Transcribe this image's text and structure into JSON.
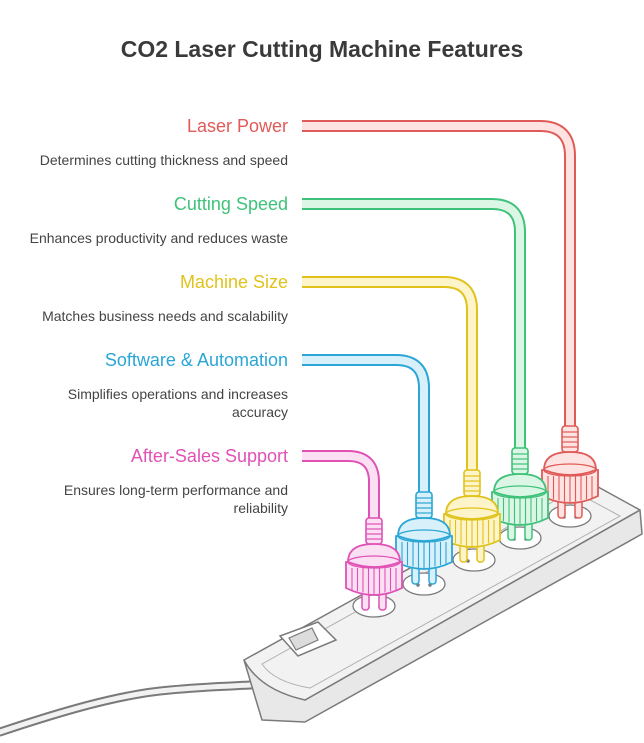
{
  "title": "CO2 Laser Cutting Machine Features",
  "features": [
    {
      "title": "Laser Power",
      "description": "Determines cutting thickness and speed",
      "color": "#e05a57",
      "light": "#fde3e2"
    },
    {
      "title": "Cutting Speed",
      "description": "Enhances productivity and reduces waste",
      "color": "#3ec27a",
      "light": "#dcf6e6"
    },
    {
      "title": "Machine Size",
      "description": "Matches business needs and scalability",
      "color": "#e1c21a",
      "light": "#fdf5c9"
    },
    {
      "title": "Software & Automation",
      "description": "Simplifies operations and increases accuracy",
      "color": "#2aa6d6",
      "light": "#d8f0fa"
    },
    {
      "title": "After-Sales Support",
      "description": "Ensures long-term performance and reliability",
      "color": "#e051b6",
      "light": "#fbe0f3"
    }
  ],
  "strip": {
    "color": "#7a7a7a",
    "fill": "#f2f2f2"
  }
}
